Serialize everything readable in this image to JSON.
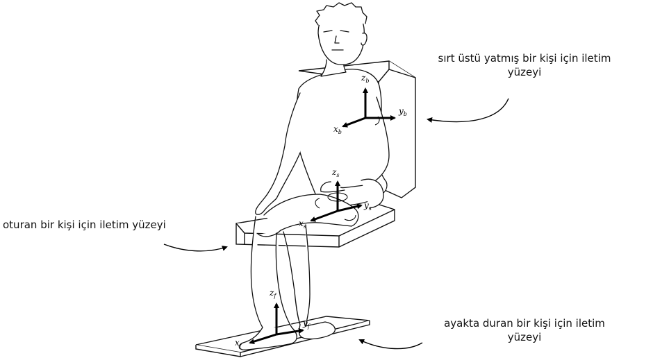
{
  "labels": {
    "backrest": {
      "line1": "sırt üstü yatmış bir kişi için iletim",
      "line2": "yüzeyi"
    },
    "seat": {
      "line1": "oturan bir kişi için iletim yüzeyi"
    },
    "foot": {
      "line1": "ayakta duran bir kişi için iletim",
      "line2": "yüzeyi"
    }
  },
  "axes": {
    "back": {
      "x": "x",
      "x_sub": "b",
      "y": "y",
      "y_sub": "b",
      "z": "z",
      "z_sub": "b"
    },
    "seat": {
      "x": "x",
      "x_sub": "s",
      "y": "y",
      "y_sub": "s",
      "z": "z",
      "z_sub": "s"
    },
    "foot": {
      "x": "x",
      "x_sub": "f",
      "y": "y",
      "y_sub": "f",
      "z": "z",
      "z_sub": "f"
    }
  },
  "colors": {
    "line": "#111111",
    "background": "#ffffff"
  }
}
